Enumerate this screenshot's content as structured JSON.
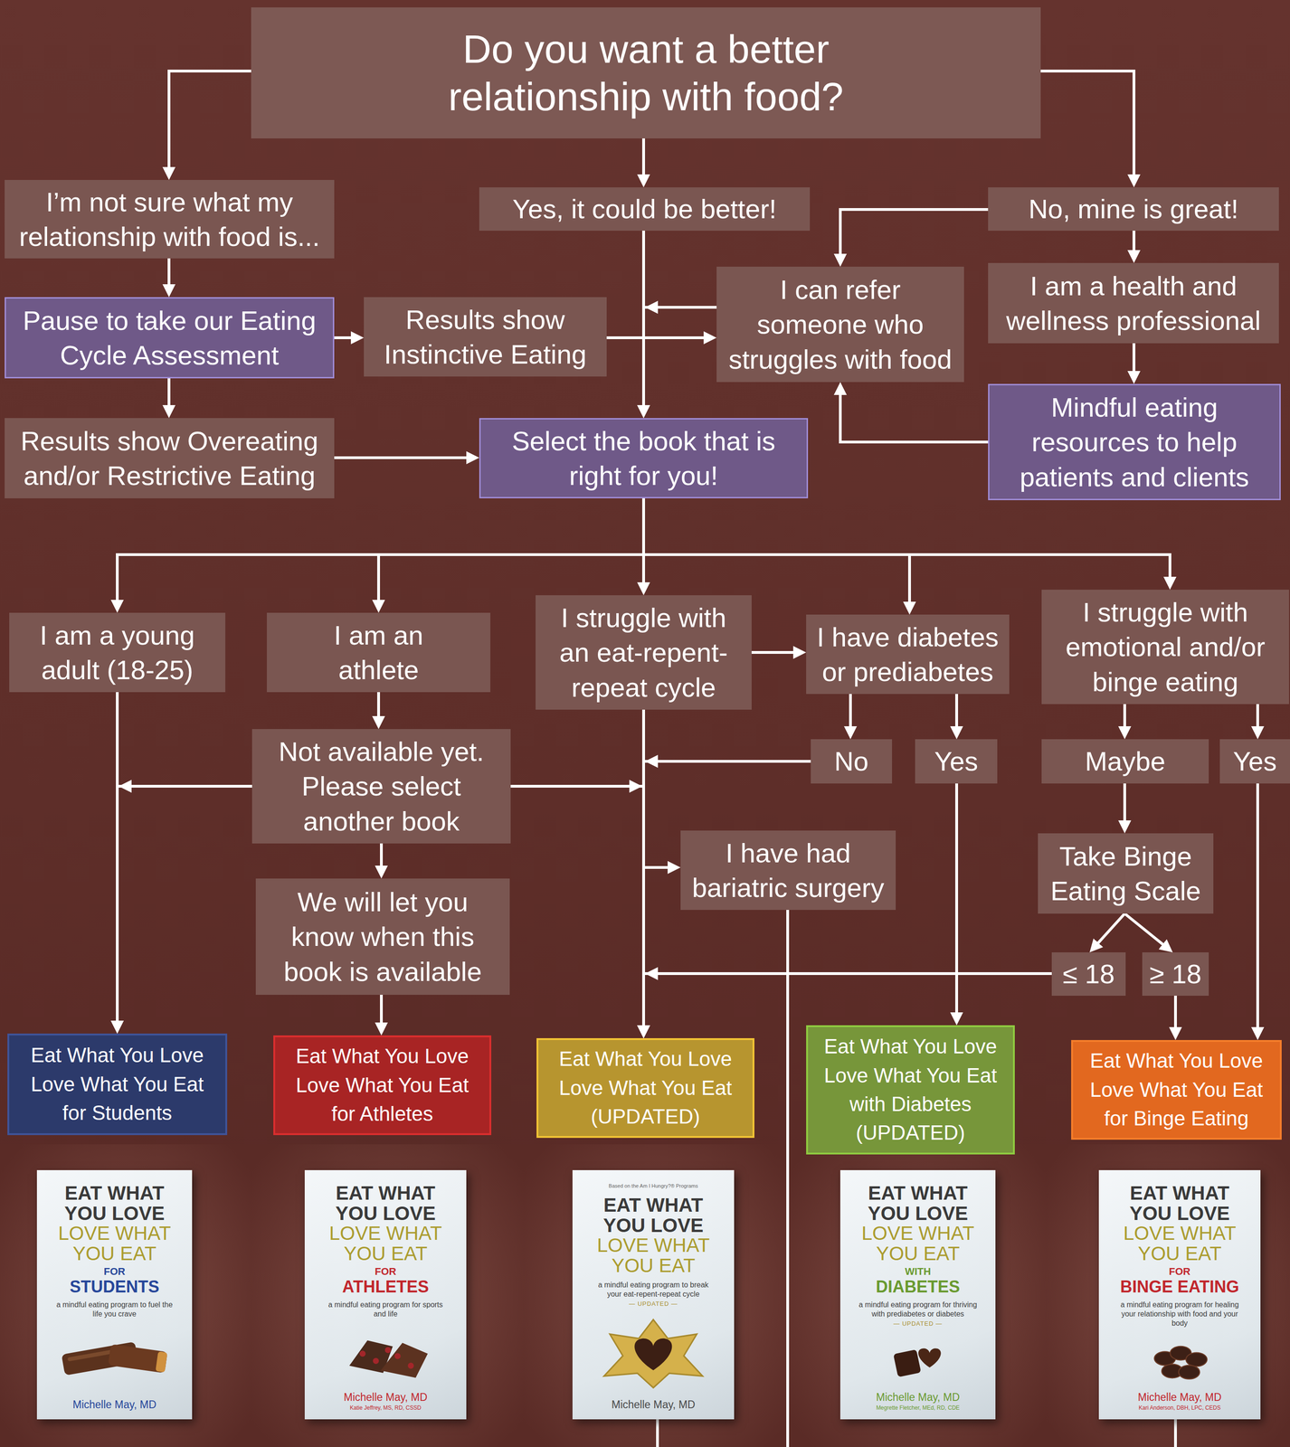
{
  "diagram": {
    "nodes": [
      {
        "text": [
          "Do you want a better relationship with food?"
        ]
      },
      {
        "text": [
          "I’m not sure what my relationship with food is..."
        ]
      },
      {
        "text": [
          "Yes, it could be better!"
        ]
      },
      {
        "text": [
          "No, mine is great!"
        ]
      },
      {
        "text": [
          "Pause to take our Eating Cycle Assessment"
        ]
      },
      {
        "text": [
          "Results show Instinctive Eating"
        ]
      },
      {
        "text": [
          "I can refer someone who struggles with food"
        ]
      },
      {
        "text": [
          "I am a health and wellness professional"
        ]
      },
      {
        "text": [
          "Results show Overeating and/or Restrictive Eating"
        ]
      },
      {
        "text": [
          "Select the book that is right for you!"
        ]
      },
      {
        "text": [
          "Mindful eating resources to help patients and clients"
        ]
      },
      {
        "text": [
          "I am a young adult (18-25)"
        ]
      },
      {
        "text": [
          "I am an athlete"
        ]
      },
      {
        "text": [
          "I struggle with an eat-repent-repeat cycle"
        ]
      },
      {
        "text": [
          "I have diabetes or prediabetes"
        ]
      },
      {
        "text": [
          "I struggle with emotional and/or binge eating"
        ]
      },
      {
        "text": [
          "Not available yet. Please select another book"
        ]
      },
      {
        "text": [
          "No"
        ]
      },
      {
        "text": [
          "Yes"
        ]
      },
      {
        "text": [
          "Maybe"
        ]
      },
      {
        "text": [
          "Yes"
        ]
      },
      {
        "text": [
          "I have had bariatric surgery"
        ]
      },
      {
        "text": [
          "Take Binge Eating Scale"
        ]
      },
      {
        "text": [
          "We will let you know when this book is available"
        ]
      },
      {
        "text": [
          "≤ 18"
        ]
      },
      {
        "text": [
          "≥ 18"
        ]
      },
      {
        "text": [
          "Eat What You Love Love What You Eat for Students"
        ]
      },
      {
        "text": [
          "Eat What You Love Love What You Eat for Athletes"
        ]
      },
      {
        "text": [
          "Eat What You Love Love What You Eat (UPDATED)"
        ]
      },
      {
        "text": [
          "Eat What You Love Love What You Eat with Diabetes (UPDATED)"
        ]
      },
      {
        "text": [
          "Eat What You Love Love What You Eat for Binge Eating"
        ]
      },
      {
        "text": [
          "EAT WHAT YOU LOVE",
          "LOVE WHAT YOU EAT",
          "FOR",
          "STUDENTS",
          "a mindful eating program to fuel the life you crave",
          "Michelle May, MD"
        ]
      },
      {
        "text": [
          "EAT WHAT YOU LOVE",
          "LOVE WHAT YOU EAT",
          "FOR",
          "ATHLETES",
          "a mindful eating program for sports and life",
          "Michelle May, MD",
          "Katie Jeffrey, MS, RD, CSSD"
        ]
      },
      {
        "text": [
          "Based on the Am I Hungry?® Programs",
          "EAT WHAT YOU LOVE",
          "LOVE WHAT YOU EAT",
          "a mindful eating program to break your eat-repent-repeat cycle",
          "— UPDATED —",
          "Michelle May, MD"
        ]
      },
      {
        "text": [
          "EAT WHAT YOU LOVE",
          "LOVE WHAT YOU EAT",
          "WITH",
          "DIABETES",
          "a mindful eating program for thriving with prediabetes or diabetes",
          "— UPDATED —",
          "Michelle May, MD",
          "Megrette Fletcher, MEd, RD, CDE"
        ]
      },
      {
        "text": [
          "EAT WHAT YOU LOVE",
          "LOVE WHAT YOU EAT",
          "FOR",
          "BINGE EATING",
          "a mindful eating program for healing your relationship with food and your body",
          "Michelle May, MD",
          "Kari Anderson, DBH, LPC, CEDS"
        ]
      }
    ],
    "edges": [
      {
        "from": 0,
        "to": 1,
        "arrow": "to"
      },
      {
        "from": 0,
        "to": 2,
        "arrow": "to"
      },
      {
        "from": 0,
        "to": 3,
        "arrow": "to"
      },
      {
        "from": 1,
        "to": 4,
        "arrow": "to"
      },
      {
        "from": 4,
        "to": 5,
        "arrow": "to"
      },
      {
        "from": 4,
        "to": 8,
        "arrow": "to"
      },
      {
        "from": 5,
        "to": 6,
        "arrow": "to"
      },
      {
        "from": 6,
        "to": 9,
        "arrow": "to"
      },
      {
        "from": 2,
        "to": 9,
        "arrow": "to"
      },
      {
        "from": 3,
        "to": 6,
        "arrow": "to"
      },
      {
        "from": 3,
        "to": 7,
        "arrow": "to"
      },
      {
        "from": 7,
        "to": 10,
        "arrow": "to"
      },
      {
        "from": 10,
        "to": 6,
        "arrow": "to"
      },
      {
        "from": 8,
        "to": 9,
        "arrow": "to"
      },
      {
        "from": 9,
        "to": 11,
        "arrow": "to"
      },
      {
        "from": 9,
        "to": 12,
        "arrow": "to"
      },
      {
        "from": 9,
        "to": 13,
        "arrow": "to"
      },
      {
        "from": 9,
        "to": 14,
        "arrow": "to"
      },
      {
        "from": 9,
        "to": 15,
        "arrow": "to"
      },
      {
        "from": 13,
        "to": 14,
        "arrow": "to"
      },
      {
        "from": 12,
        "to": 16,
        "arrow": "to"
      },
      {
        "from": 16,
        "to": 26,
        "arrow": "to"
      },
      {
        "from": 16,
        "to": 28,
        "arrow": "to"
      },
      {
        "from": 16,
        "to": 23,
        "arrow": "to"
      },
      {
        "from": 23,
        "to": 27,
        "arrow": "to"
      },
      {
        "from": 11,
        "to": 26,
        "arrow": "to"
      },
      {
        "from": 13,
        "to": 28,
        "arrow": "to"
      },
      {
        "from": 13,
        "to": 21,
        "arrow": "to"
      },
      {
        "from": 14,
        "to": 17,
        "arrow": "to"
      },
      {
        "from": 14,
        "to": 18,
        "arrow": "to"
      },
      {
        "from": 17,
        "to": 28,
        "arrow": "to"
      },
      {
        "from": 18,
        "to": 29,
        "arrow": "to"
      },
      {
        "from": 15,
        "to": 19,
        "arrow": "to"
      },
      {
        "from": 15,
        "to": 20,
        "arrow": "to"
      },
      {
        "from": 19,
        "to": 22,
        "arrow": "to"
      },
      {
        "from": 22,
        "to": 24,
        "arrow": "to"
      },
      {
        "from": 22,
        "to": 25,
        "arrow": "to"
      },
      {
        "from": 24,
        "to": 28,
        "arrow": "to"
      },
      {
        "from": 25,
        "to": 30,
        "arrow": "to"
      },
      {
        "from": 20,
        "to": 30,
        "arrow": "to"
      }
    ]
  }
}
